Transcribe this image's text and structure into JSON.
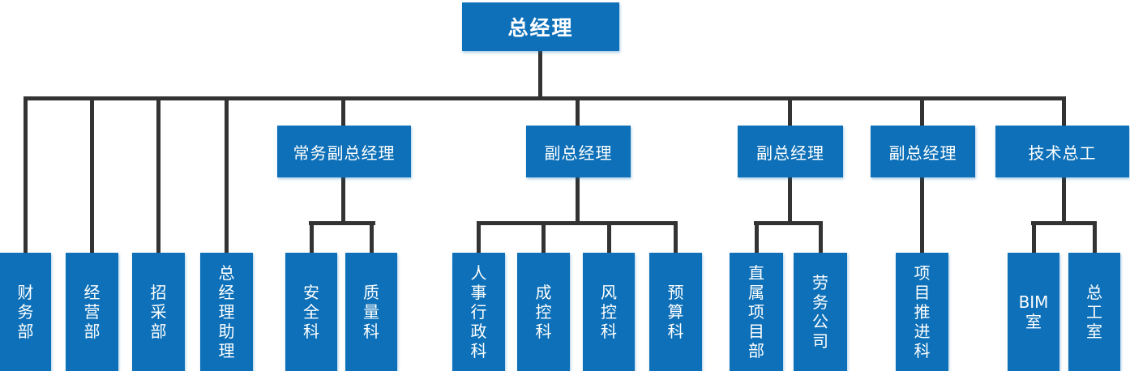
{
  "colors": {
    "node_fill": "#0d70b8",
    "node_text": "#ffffff",
    "connector": "#333333",
    "background": "#ffffff"
  },
  "org_chart": {
    "type": "organization-chart",
    "root": {
      "label": "总经理"
    },
    "gm_direct_departments": [
      {
        "label": "财务部",
        "lines": [
          "财",
          "务",
          "部"
        ]
      },
      {
        "label": "经营部",
        "lines": [
          "经",
          "营",
          "部"
        ]
      },
      {
        "label": "招采部",
        "lines": [
          "招",
          "采",
          "部"
        ]
      },
      {
        "label": "总经理助理",
        "lines": [
          "总",
          "经",
          "理",
          "助",
          "理"
        ]
      }
    ],
    "deputies": [
      {
        "label": "常务副总经理",
        "children": [
          {
            "label": "安全科",
            "lines": [
              "安",
              "全",
              "科"
            ]
          },
          {
            "label": "质量科",
            "lines": [
              "质",
              "量",
              "科"
            ]
          }
        ]
      },
      {
        "label": "副总经理",
        "children": [
          {
            "label": "人事行政科",
            "lines": [
              "人",
              "事",
              "行",
              "政",
              "科"
            ]
          },
          {
            "label": "成控科",
            "lines": [
              "成",
              "控",
              "科"
            ]
          },
          {
            "label": "风控科",
            "lines": [
              "风",
              "控",
              "科"
            ]
          },
          {
            "label": "预算科",
            "lines": [
              "预",
              "算",
              "科"
            ]
          }
        ]
      },
      {
        "label": "副总经理",
        "children": [
          {
            "label": "直属项目部",
            "lines": [
              "直",
              "属",
              "项",
              "目",
              "部"
            ]
          },
          {
            "label": "劳务公司",
            "lines": [
              "劳",
              "务",
              "公",
              "司"
            ]
          }
        ]
      },
      {
        "label": "副总经理",
        "children": [
          {
            "label": "项目推进科",
            "lines": [
              "项",
              "目",
              "推",
              "进",
              "科"
            ]
          }
        ]
      },
      {
        "label": "技术总工",
        "children": [
          {
            "label": "BIM室",
            "lines": [
              "BIM",
              "室"
            ]
          },
          {
            "label": "总工室",
            "lines": [
              "总",
              "工",
              "室"
            ]
          }
        ]
      }
    ]
  }
}
